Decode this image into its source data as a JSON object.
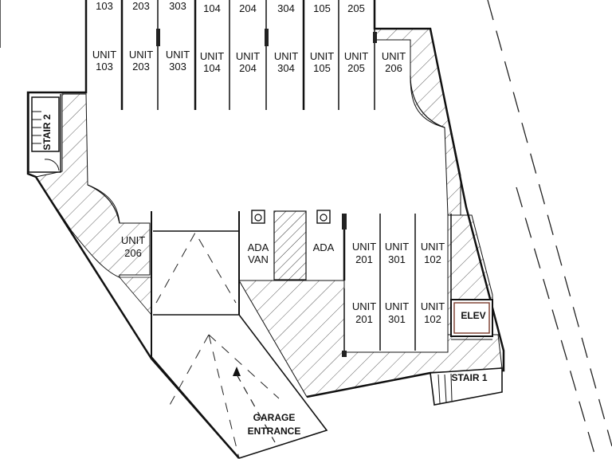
{
  "stalls_top": [
    {
      "num": "103",
      "l1": "UNIT",
      "l2": "103"
    },
    {
      "num": "203",
      "l1": "UNIT",
      "l2": "203"
    },
    {
      "num": "303",
      "l1": "UNIT",
      "l2": "303"
    },
    {
      "num": "104",
      "l1": "UNIT",
      "l2": "104"
    },
    {
      "num": "204",
      "l1": "UNIT",
      "l2": "204"
    },
    {
      "num": "304",
      "l1": "UNIT",
      "l2": "304"
    },
    {
      "num": "105",
      "l1": "UNIT",
      "l2": "105"
    },
    {
      "num": "205",
      "l1": "UNIT",
      "l2": "205"
    },
    {
      "num": "",
      "l1": "UNIT",
      "l2": "206"
    }
  ],
  "stall_left": {
    "l1": "UNIT",
    "l2": "206"
  },
  "ada": {
    "van_l1": "ADA",
    "van_l2": "VAN",
    "single": "ADA"
  },
  "stalls_mid_upper": [
    {
      "l1": "UNIT",
      "l2": "201"
    },
    {
      "l1": "UNIT",
      "l2": "301"
    },
    {
      "l1": "UNIT",
      "l2": "102"
    }
  ],
  "stalls_mid_lower": [
    {
      "l1": "UNIT",
      "l2": "201"
    },
    {
      "l1": "UNIT",
      "l2": "301"
    },
    {
      "l1": "UNIT",
      "l2": "102"
    }
  ],
  "labels": {
    "stair2": "STAIR 2",
    "stair1": "STAIR 1",
    "elev": "ELEV",
    "entrance_l1": "GARAGE",
    "entrance_l2": "ENTRANCE"
  }
}
